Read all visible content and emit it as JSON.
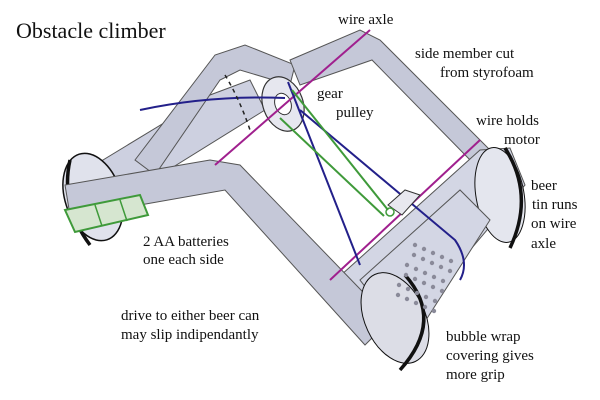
{
  "title": "Obstacle climber",
  "labels": {
    "wire_axle_top": "wire axle",
    "side_member": [
      "side member cut",
      "from styrofoam"
    ],
    "gear": "gear",
    "pulley": "pulley",
    "wire_holds_motor": [
      "wire holds",
      "motor"
    ],
    "beer_tin": [
      "beer",
      "tin runs",
      "on wire",
      "axle"
    ],
    "batteries": [
      "2 AA batteries",
      "one each side"
    ],
    "drive": [
      "drive to either beer can",
      "may slip indipendantly"
    ],
    "bubble_wrap": [
      "bubble wrap",
      "covering gives",
      "more grip"
    ]
  },
  "colors": {
    "frame": "#c5c8d8",
    "outline": "#444444",
    "wire_axle": "#a0208e",
    "belt_blue": "#23208a",
    "belt_green": "#3f9a3a",
    "batteries": "#3f9a3a",
    "can_rim": "#111111",
    "bubbles": "#8a8a99"
  }
}
